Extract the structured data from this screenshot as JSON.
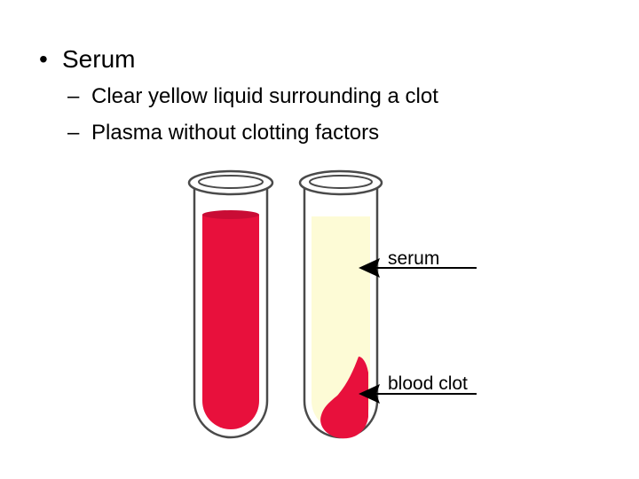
{
  "slide": {
    "bullet": {
      "marker": "•",
      "text": "Serum"
    },
    "sub_points": [
      {
        "marker": "–",
        "text": "Clear yellow liquid surrounding a clot"
      },
      {
        "marker": "–",
        "text": "Plasma without clotting factors"
      }
    ]
  },
  "diagram": {
    "labels": {
      "serum": "serum",
      "blood_clot": "blood clot"
    },
    "colors": {
      "blood": "#e8103c",
      "blood_dark": "#c90c35",
      "serum": "#fdfbd6",
      "tube_outline": "#4a4a4a"
    }
  }
}
